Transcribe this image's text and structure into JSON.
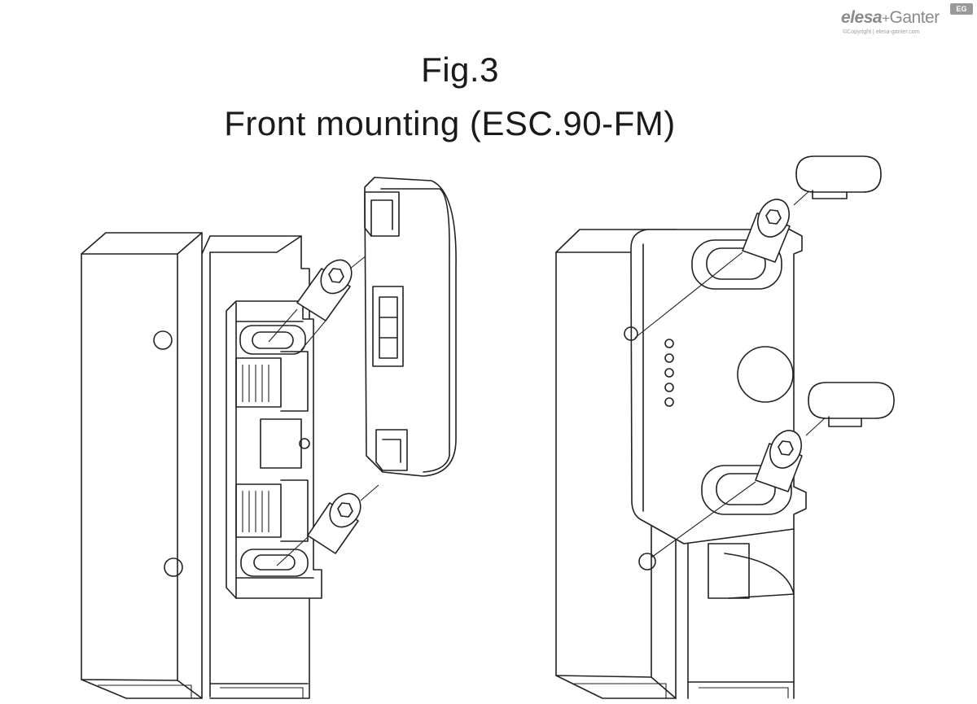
{
  "figure": {
    "number": "Fig.3",
    "title": "Front mounting (ESC.90-FM)"
  },
  "logo": {
    "brand_a": "elesa",
    "plus": "+",
    "brand_b": "Ganter",
    "badge": "EG",
    "copyright": "©Copyright | elesa-ganter.com"
  },
  "colors": {
    "line": "#222222",
    "logo": "#8a8a8a",
    "background": "#ffffff"
  }
}
